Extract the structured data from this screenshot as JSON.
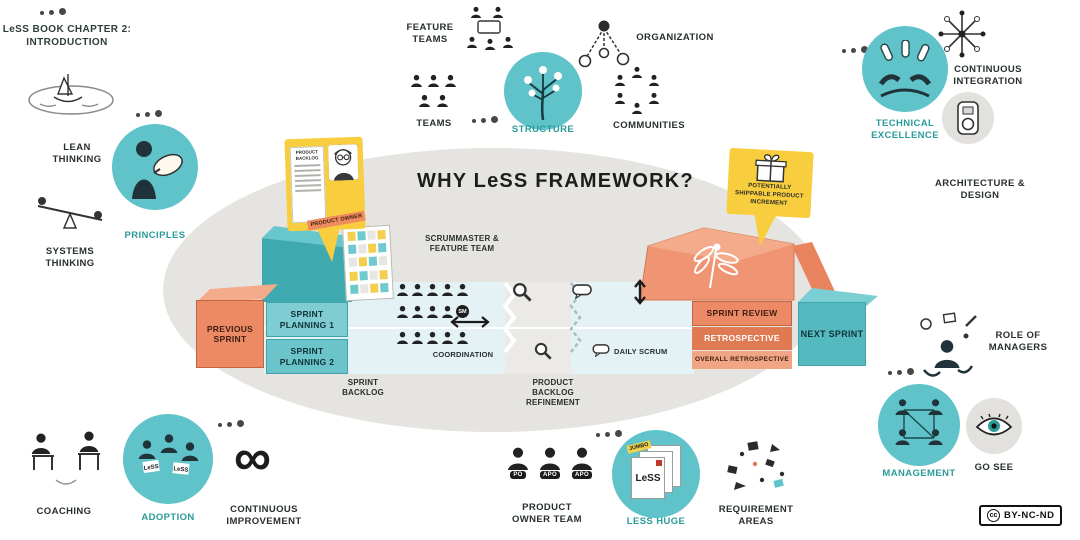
{
  "meta": {
    "book_label_line1": "LeSS BOOK CHAPTER 2:",
    "book_label_line2": "INTRODUCTION",
    "title": "WHY LeSS FRAMEWORK?",
    "license": "BY-NC-ND",
    "cc": "cc"
  },
  "icons": {
    "infinity": "∞"
  },
  "colors": {
    "teal": "#5fc3c9",
    "teal_label": "#2b9b99",
    "orange": "#ec8a66",
    "yellow": "#f8ce3e",
    "ellipse_gray": "#e6e4e0",
    "band_blue": "#e4f1f5",
    "ink": "#1d1d1d"
  },
  "clusters": {
    "principles_group": {
      "lean_thinking": "LEAN THINKING",
      "principles": "PRINCIPLES",
      "systems_thinking": "SYSTEMS THINKING"
    },
    "structure_group": {
      "feature_teams": "FEATURE TEAMS",
      "teams": "TEAMS",
      "structure": "STRUCTURE",
      "organization": "ORGANIZATION",
      "communities": "COMMUNITIES"
    },
    "technical_group": {
      "technical_excellence": "TECHNICAL EXCELLENCE",
      "continuous_integration": "CONTINUOUS INTEGRATION",
      "architecture_design": "ARCHITECTURE & DESIGN"
    },
    "adoption_group": {
      "coaching": "COACHING",
      "adoption": "ADOPTION",
      "continuous_improvement": "CONTINUOUS IMPROVEMENT",
      "book_label": "LeSS"
    },
    "huge_group": {
      "product_owner_team": "PRODUCT OWNER TEAM",
      "less_huge": "LESS HUGE",
      "requirement_areas": "REQUIREMENT AREAS",
      "badges": [
        "PO",
        "APO",
        "APO"
      ],
      "card_label": "LeSS",
      "jumbo_label": "JUMBO"
    },
    "management_group": {
      "role_of_managers": "ROLE OF MANAGERS",
      "management": "MANAGEMENT",
      "go_see": "GO SEE"
    }
  },
  "framework": {
    "previous_sprint": "PREVIOUS SPRINT",
    "sprint_planning_1": "SPRINT PLANNING 1",
    "sprint_planning_2": "SPRINT PLANNING 2",
    "scrummaster_feature_team": "SCRUMMASTER & FEATURE TEAM",
    "sm_badge": "SM",
    "coordination": "COORDINATION",
    "sprint_backlog": "SPRINT BACKLOG",
    "product_backlog_refinement": "PRODUCT BACKLOG REFINEMENT",
    "daily_scrum": "DAILY SCRUM",
    "sprint_review": "SPRINT REVIEW",
    "retrospective": "RETROSPECTIVE",
    "overall_retrospective": "OVERALL RETROSPECTIVE",
    "next_sprint": "NEXT SPRINT",
    "callout_left": {
      "product_backlog": "PRODUCT BACKLOG",
      "product_owner": "PRODUCT OWNER"
    },
    "callout_right": "POTENTIALLY SHIPPABLE PRODUCT INCREMENT"
  }
}
